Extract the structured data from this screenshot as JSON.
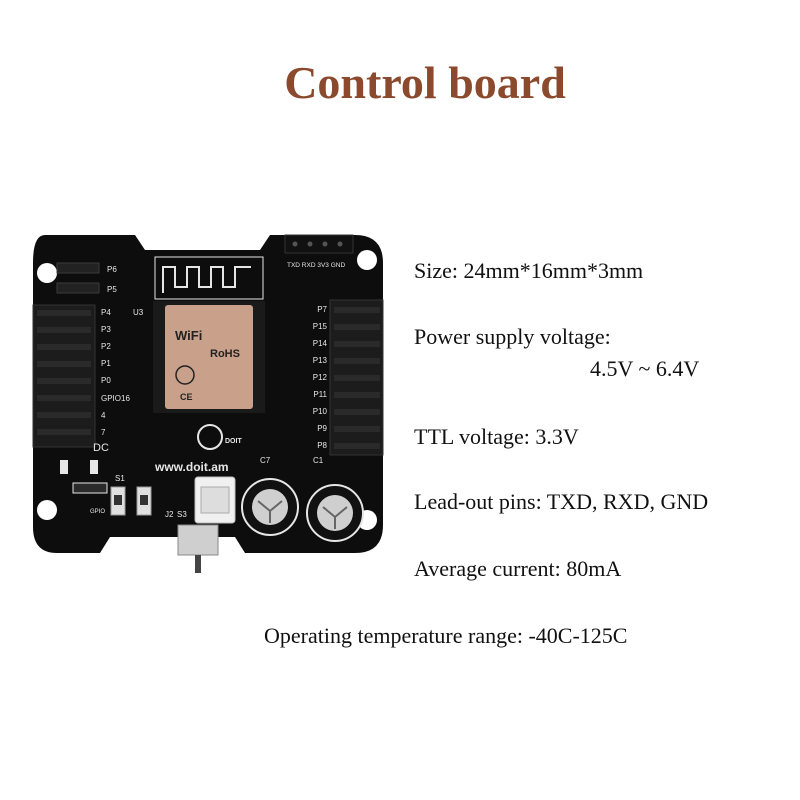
{
  "title": "Control board",
  "specs": {
    "size": "Size: 24mm*16mm*3mm",
    "power_label": "Power supply voltage:",
    "power_value": "4.5V ~ 6.4V",
    "ttl": "TTL voltage: 3.3V",
    "leadout": "Lead-out pins: TXD, RXD, GND",
    "current": "Average current: 80mA",
    "temperature": "Operating temperature range: -40C-125C"
  },
  "board_labels": {
    "p6": "P6",
    "p5": "P5",
    "p4": "P4",
    "p3": "P3",
    "p2": "P2",
    "p1": "P1",
    "p0": "P0",
    "gpio16": "GPIO16",
    "pin4": "4",
    "pin7": "7",
    "p7": "P7",
    "p15": "P15",
    "p14": "P14",
    "p13": "P13",
    "p12": "P12",
    "p11": "P11",
    "p10": "P10",
    "p9": "P9",
    "p8": "P8",
    "u3": "U3",
    "dc": "DC",
    "url": "www.doit.am",
    "c7": "C7",
    "c1": "C1",
    "s1": "S1",
    "j2": "J2",
    "s3": "S3",
    "gpio": "GPIO",
    "header": "TXD RXD 3V3 GND",
    "module": "WiFi",
    "rohs": "RoHS",
    "brand": "DOIT"
  },
  "colors": {
    "title": "#8B4A2E",
    "text": "#111111",
    "pcb": "#0d0d0d",
    "silk": "#e6e6e6",
    "shield": "#c9a08a"
  }
}
